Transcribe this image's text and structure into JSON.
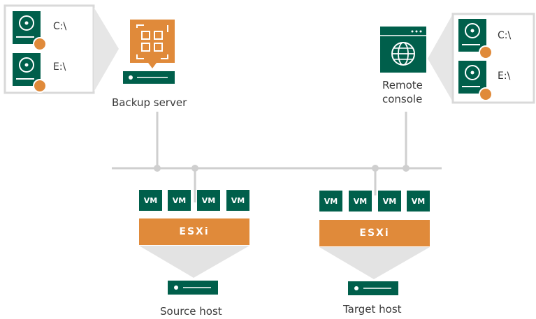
{
  "backup_server": {
    "label": "Backup server",
    "drives": [
      "C:\\",
      "E:\\"
    ]
  },
  "remote_console": {
    "label_line1": "Remote",
    "label_line2": "console",
    "drives": [
      "C:\\",
      "E:\\"
    ]
  },
  "source_host": {
    "label": "Source host",
    "hypervisor": "ESXi",
    "vms": [
      "VM",
      "VM",
      "VM",
      "VM"
    ]
  },
  "target_host": {
    "label": "Target host",
    "hypervisor": "ESXi",
    "vms": [
      "VM",
      "VM",
      "VM",
      "VM"
    ]
  },
  "colors": {
    "green": "#005f4b",
    "orange": "#e08a3a",
    "line": "#cfcfcf",
    "panel_border": "#d9d9d9"
  }
}
